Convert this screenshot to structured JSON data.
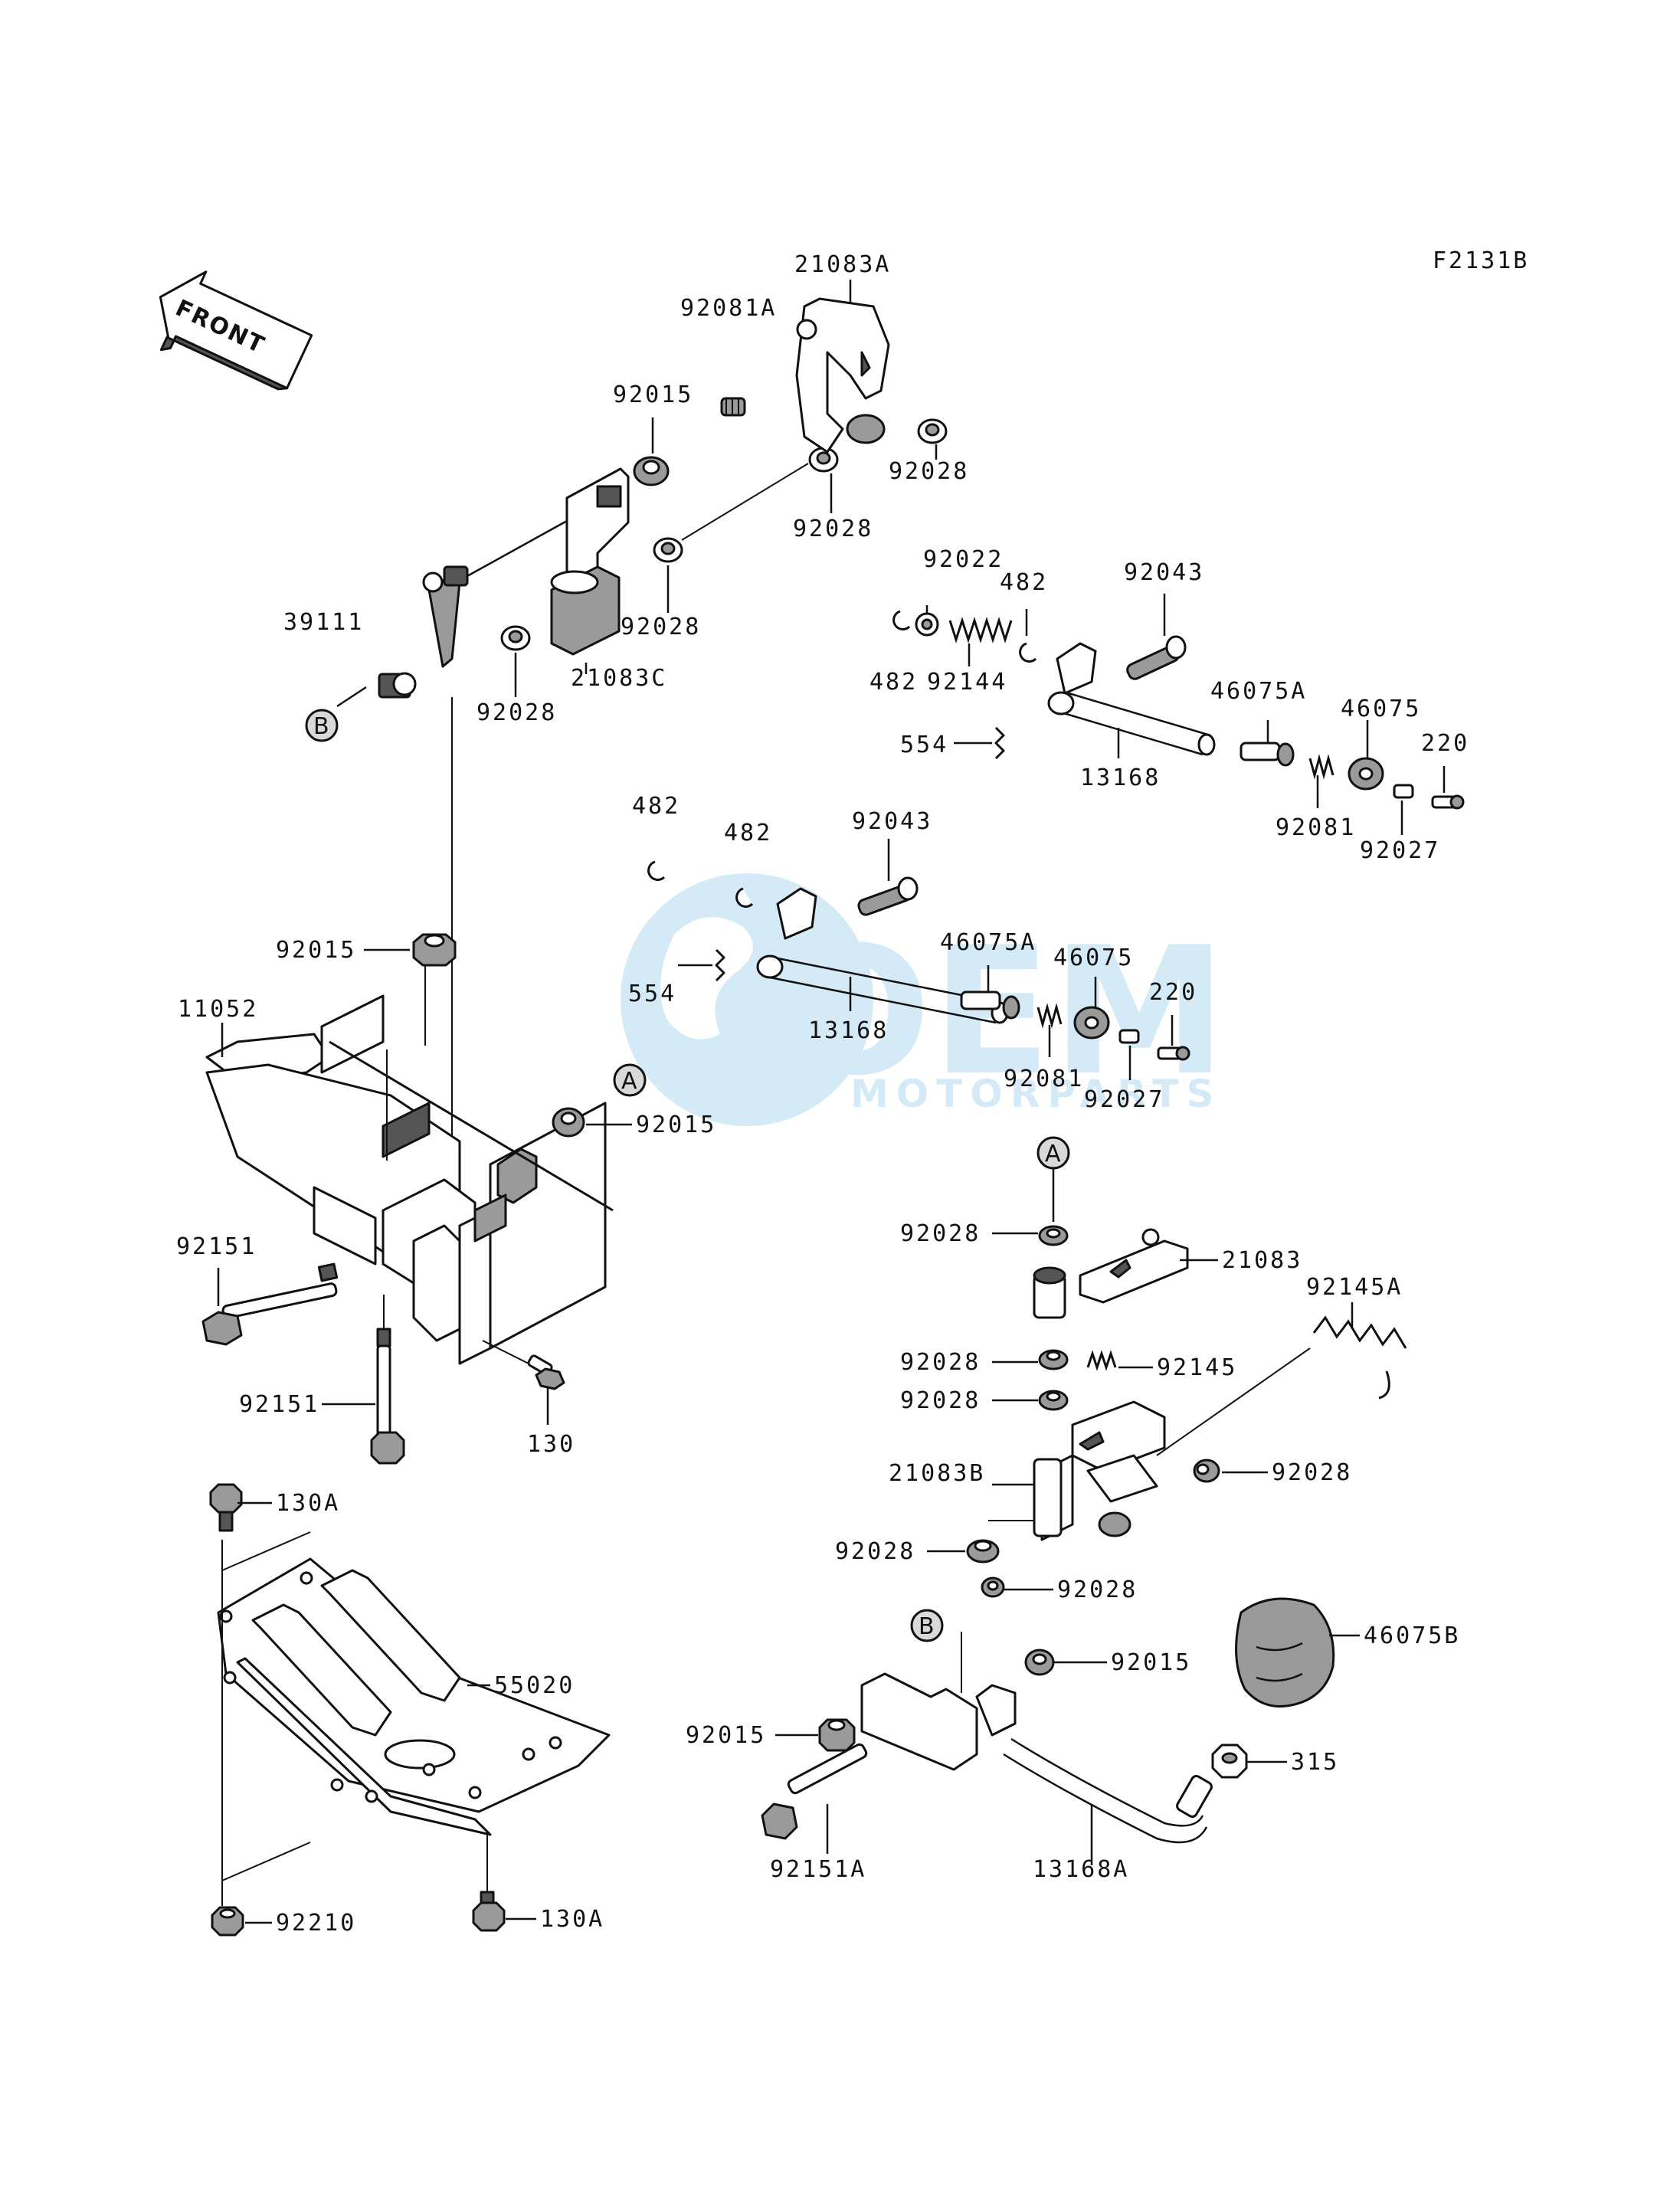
{
  "diagram_code": "F2131B",
  "front_arrow": "FRONT",
  "watermark": {
    "line1": "OEM",
    "line2": "MOTORPARTS",
    "color": "#1a8fd6"
  },
  "ref_markers": {
    "a": "A",
    "b": "B"
  },
  "labels": {
    "p21083A": "21083A",
    "p92081A": "92081A",
    "p92015_top": "92015",
    "p92028_a": "92028",
    "p92028_b": "92028",
    "p92028_c": "92028",
    "p92028_d": "92028",
    "p39111": "39111",
    "p21083C": "21083C",
    "p92022": "92022",
    "p482_a": "482",
    "p92043_a": "92043",
    "p482_b": "482",
    "p92144": "92144",
    "p46075A_a": "46075A",
    "p46075_a": "46075",
    "p554_a": "554",
    "p220_a": "220",
    "p13168_a": "13168",
    "p92081_a": "92081",
    "p92027_a": "92027",
    "p482_c": "482",
    "p482_d": "482",
    "p92043_b": "92043",
    "p92015_mid": "92015",
    "p46075A_b": "46075A",
    "p46075_b": "46075",
    "p11052": "11052",
    "p554_b": "554",
    "p220_b": "220",
    "p13168_b": "13168",
    "p92081_b": "92081",
    "p92027_b": "92027",
    "p92015_frame": "92015",
    "p92028_e": "92028",
    "p21083": "21083",
    "p92151_a": "92151",
    "p92145A": "92145A",
    "p92028_f": "92028",
    "p92145": "92145",
    "p92028_g": "92028",
    "p92151_b": "92151",
    "p130": "130",
    "p21083B": "21083B",
    "p92028_h": "92028",
    "p130A_a": "130A",
    "p92028_i": "92028",
    "p92028_j": "92028",
    "p46075B": "46075B",
    "p92015_b": "92015",
    "p55020": "55020",
    "p92015_c": "92015",
    "p315": "315",
    "p92151A": "92151A",
    "p13168A": "13168A",
    "p92210": "92210",
    "p130A_b": "130A"
  }
}
